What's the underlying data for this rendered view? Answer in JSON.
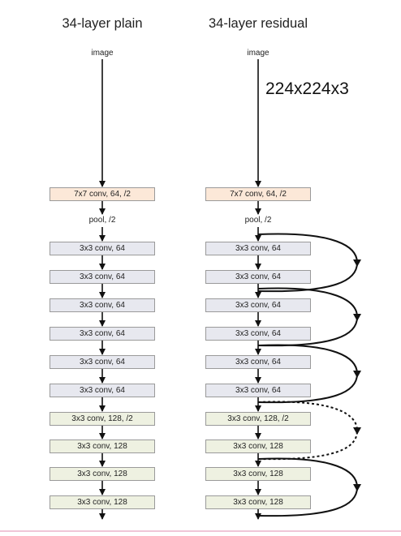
{
  "columns": [
    {
      "title": "34-layer plain",
      "input_label": "image",
      "pool_label": "pool, /2",
      "layers": [
        {
          "label": "7x7 conv, 64, /2",
          "style": "orange"
        },
        {
          "label": "3x3 conv, 64",
          "style": "grey"
        },
        {
          "label": "3x3 conv, 64",
          "style": "grey"
        },
        {
          "label": "3x3 conv, 64",
          "style": "grey"
        },
        {
          "label": "3x3 conv, 64",
          "style": "grey"
        },
        {
          "label": "3x3 conv, 64",
          "style": "grey"
        },
        {
          "label": "3x3 conv, 64",
          "style": "grey"
        },
        {
          "label": "3x3 conv, 128, /2",
          "style": "green"
        },
        {
          "label": "3x3 conv, 128",
          "style": "green"
        },
        {
          "label": "3x3 conv, 128",
          "style": "green"
        },
        {
          "label": "3x3 conv, 128",
          "style": "green"
        }
      ]
    },
    {
      "title": "34-layer residual",
      "input_label": "image",
      "pool_label": "pool, /2",
      "layers": [
        {
          "label": "7x7 conv, 64, /2",
          "style": "orange"
        },
        {
          "label": "3x3 conv, 64",
          "style": "grey"
        },
        {
          "label": "3x3 conv, 64",
          "style": "grey"
        },
        {
          "label": "3x3 conv, 64",
          "style": "grey"
        },
        {
          "label": "3x3 conv, 64",
          "style": "grey"
        },
        {
          "label": "3x3 conv, 64",
          "style": "grey"
        },
        {
          "label": "3x3 conv, 64",
          "style": "grey"
        },
        {
          "label": "3x3 conv, 128, /2",
          "style": "green"
        },
        {
          "label": "3x3 conv, 128",
          "style": "green"
        },
        {
          "label": "3x3 conv, 128",
          "style": "green"
        },
        {
          "label": "3x3 conv, 128",
          "style": "green"
        }
      ],
      "skip_connections": [
        {
          "style": "solid"
        },
        {
          "style": "solid"
        },
        {
          "style": "solid"
        },
        {
          "style": "dashed"
        },
        {
          "style": "solid"
        }
      ]
    }
  ],
  "annotation": "224x224x3",
  "colors": {
    "orange_box": "#fce8d8",
    "grey_box": "#e7e8ef",
    "green_box": "#eef1e1",
    "box_border": "#9a9a9a",
    "arrow": "#111111"
  }
}
